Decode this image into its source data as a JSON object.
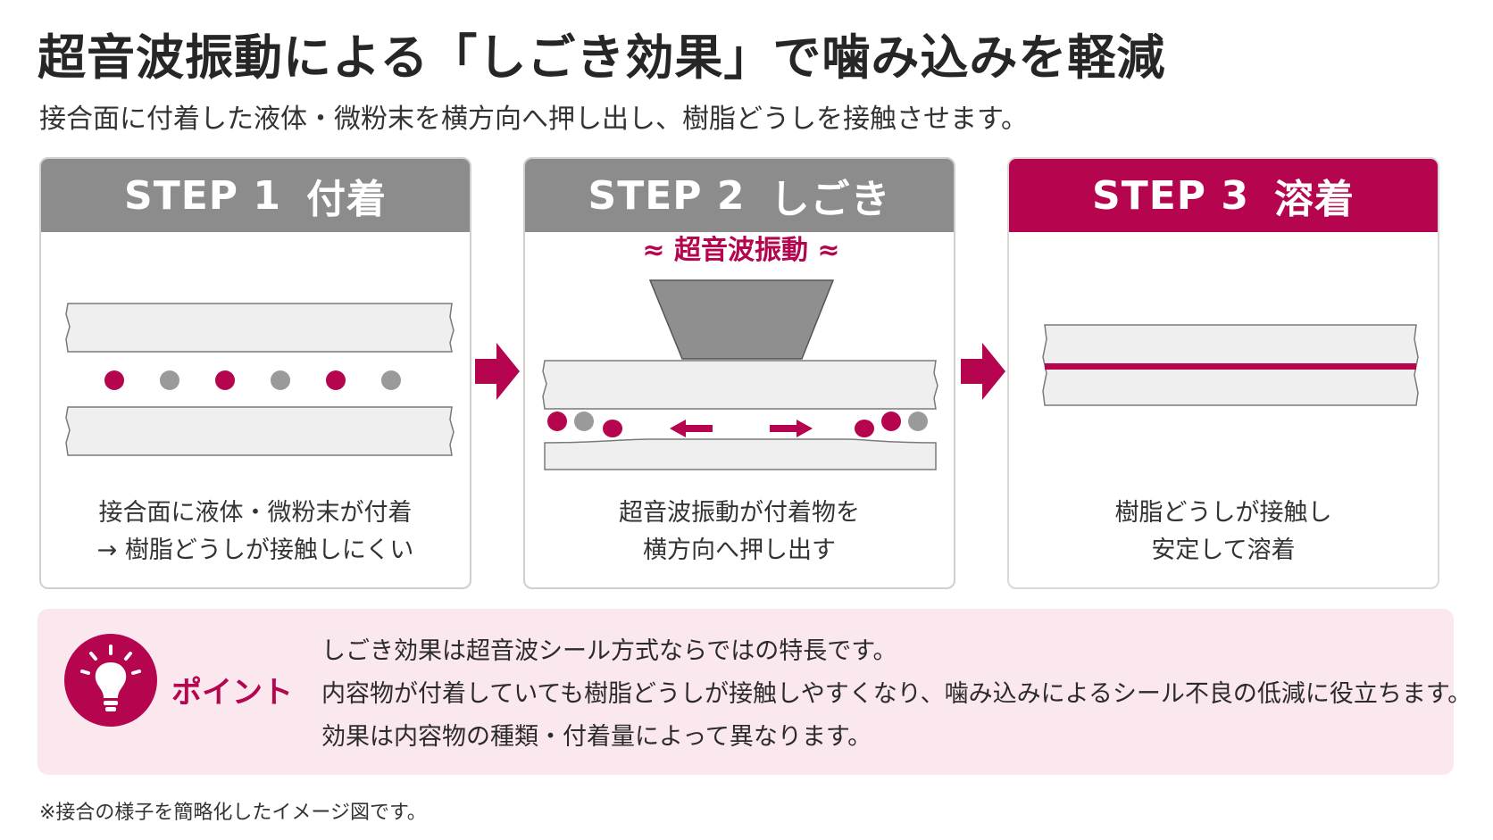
{
  "title": "超音波振動による「しごき効果」で噛み込みを軽減",
  "subtitle": "接合面に付着した液体・微粉末を横方向へ押し出し、樹脂どうしを接触させます。",
  "steps": [
    {
      "label": "STEP",
      "number": "1",
      "name": "付着",
      "caption_lines": [
        "接合面に液体・微粉末が付着",
        "→ 樹脂どうしが接触しにくい"
      ]
    },
    {
      "label": "STEP",
      "number": "2",
      "name": "しごき",
      "vibration_label": "≈ 超音波振動 ≈",
      "caption_lines": [
        "超音波振動が付着物を",
        "横方向へ押し出す"
      ]
    },
    {
      "label": "STEP",
      "number": "3",
      "name": "溶着",
      "caption_lines": [
        "樹脂どうしが接触し",
        "安定して溶着"
      ]
    }
  ],
  "point": {
    "label": "ポイント",
    "lines": [
      "しごき効果は超音波シール方式ならではの特長です。",
      "内容物が付着していても樹脂どうしが接触しやすくなり、噛み込みによるシール不良の低減に役立ちます。",
      "効果は内容物の種類・付着量によって異なります。"
    ],
    "icon": "lightbulb-icon"
  },
  "footnote": "※接合の様子を簡略化したイメージ図です。",
  "colors": {
    "accent": "#b5054f",
    "header_gray": "#8c8c8c",
    "point_bg": "#fbe7ee",
    "particle_gray": "#9a9a9a"
  }
}
